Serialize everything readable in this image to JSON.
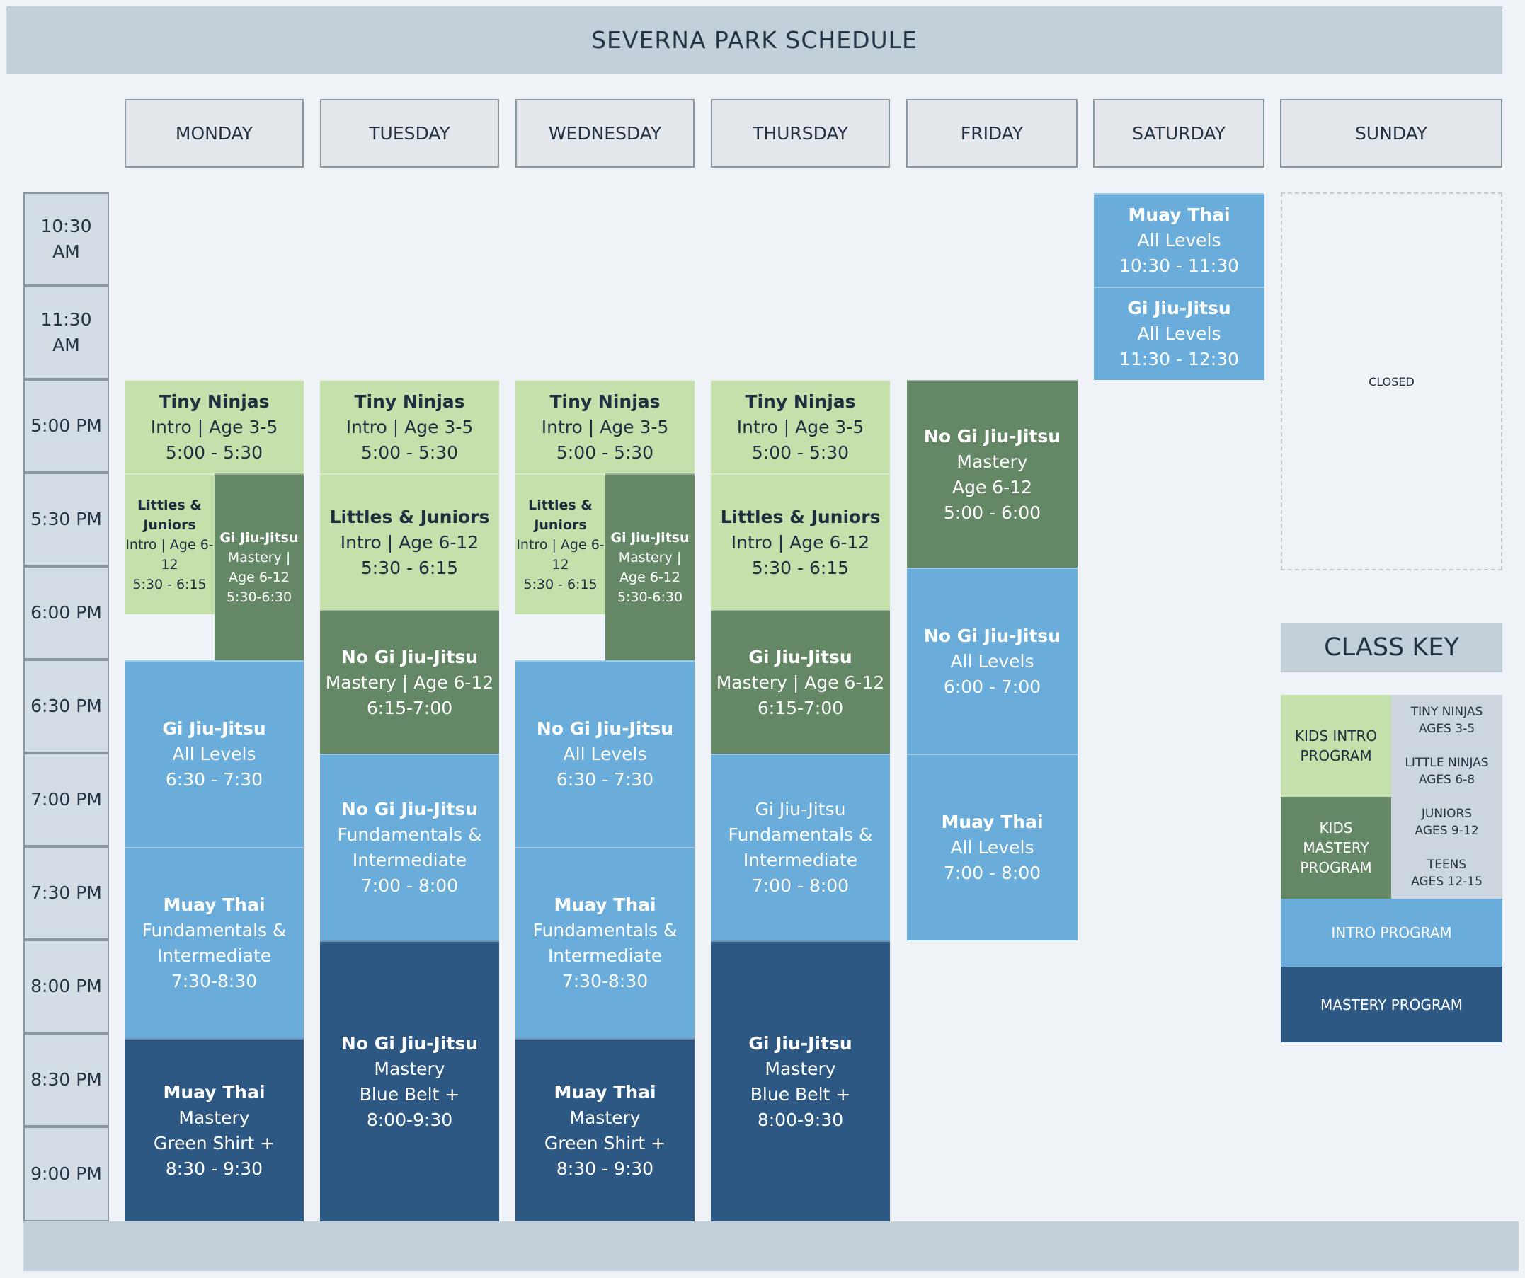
{
  "title": "SEVERNA PARK SCHEDULE",
  "days": [
    "MONDAY",
    "TUESDAY",
    "WEDNESDAY",
    "THURSDAY",
    "FRIDAY",
    "SATURDAY",
    "SUNDAY"
  ],
  "times": [
    "10:30\nAM",
    "11:30\nAM",
    "5:00 PM",
    "5:30 PM",
    "6:00 PM",
    "6:30 PM",
    "7:00 PM",
    "7:30 PM",
    "8:00 PM",
    "8:30 PM",
    "9:00 PM"
  ],
  "classes": {
    "tiny_ninjas": {
      "title": "Tiny Ninjas",
      "line1": "Intro | Age 3-5",
      "time": "5:00 - 5:30"
    },
    "littles_small": {
      "title": "Littles & Juniors",
      "line1": "Intro | Age 6-12",
      "time": "5:30 - 6:15"
    },
    "gi_mastery_small": {
      "title": "Gi Jiu-Jitsu",
      "line1": "Mastery | Age 6-12",
      "time": "5:30-6:30"
    },
    "littles": {
      "title": "Littles & Juniors",
      "line1": "Intro | Age 6-12",
      "time": "5:30 - 6:15"
    },
    "nogi_mastery_kids": {
      "title": "No Gi Jiu-Jitsu",
      "line1": "Mastery | Age 6-12",
      "time": "6:15-7:00"
    },
    "gi_mastery_kids": {
      "title": "Gi Jiu-Jitsu",
      "line1": "Mastery | Age 6-12",
      "time": "6:15-7:00"
    },
    "gi_all_levels": {
      "title": "Gi Jiu-Jitsu",
      "line1": "All Levels",
      "time": "6:30 - 7:30"
    },
    "nogi_all_levels_wed": {
      "title": "No Gi Jiu-Jitsu",
      "line1": "All Levels",
      "time": "6:30 - 7:30"
    },
    "muay_fund": {
      "title": "Muay Thai",
      "line1": "Fundamentals &",
      "line2": "Intermediate",
      "time": "7:30-8:30"
    },
    "nogi_fund": {
      "title": "No Gi Jiu-Jitsu",
      "line1": "Fundamentals &",
      "line2": "Intermediate",
      "time": "7:00 - 8:00"
    },
    "gi_fund": {
      "title": "Gi Jiu-Jitsu",
      "line1": "Fundamentals &",
      "line2": "Intermediate",
      "time": "7:00 - 8:00"
    },
    "muay_mastery": {
      "title": "Muay Thai",
      "line1": "Mastery",
      "line2": "Green Shirt +",
      "time": "8:30 - 9:30"
    },
    "nogi_mastery": {
      "title": "No Gi Jiu-Jitsu",
      "line1": "Mastery",
      "line2": "Blue Belt +",
      "time": "8:00-9:30"
    },
    "gi_mastery": {
      "title": "Gi Jiu-Jitsu",
      "line1": "Mastery",
      "line2": "Blue Belt +",
      "time": "8:00-9:30"
    },
    "fri_nogi_mastery": {
      "title": "No Gi Jiu-Jitsu",
      "line1": "Mastery",
      "line2": "Age 6-12",
      "time": "5:00 - 6:00"
    },
    "fri_nogi_all": {
      "title": "No Gi Jiu-Jitsu",
      "line1": "All Levels",
      "time": "6:00 - 7:00"
    },
    "fri_muay": {
      "title": "Muay Thai",
      "line1": "All Levels",
      "time": "7:00 - 8:00"
    },
    "sat_muay": {
      "title": "Muay Thai",
      "line1": "All Levels",
      "time": "10:30 - 11:30"
    },
    "sat_gi": {
      "title": "Gi Jiu-Jitsu",
      "line1": "All Levels",
      "time": "11:30 - 12:30"
    }
  },
  "sunday_closed": "CLOSED",
  "key": {
    "title": "CLASS KEY",
    "kids_intro": "KIDS INTRO\nPROGRAM",
    "kids_mastery": "KIDS\nMASTERY\nPROGRAM",
    "ages": [
      "TINY NINJAS\nAGES 3-5",
      "LITTLE NINJAS\nAGES 6-8",
      "JUNIORS\nAGES 9-12",
      "TEENS\nAGES 12-15"
    ],
    "intro": "INTRO PROGRAM",
    "mastery": "MASTERY PROGRAM"
  },
  "colors": {
    "kids_intro": "#c5e1ab",
    "kids_mastery": "#648866",
    "intro": "#6aadda",
    "mastery": "#2e5884",
    "header": "#c3d0da"
  }
}
